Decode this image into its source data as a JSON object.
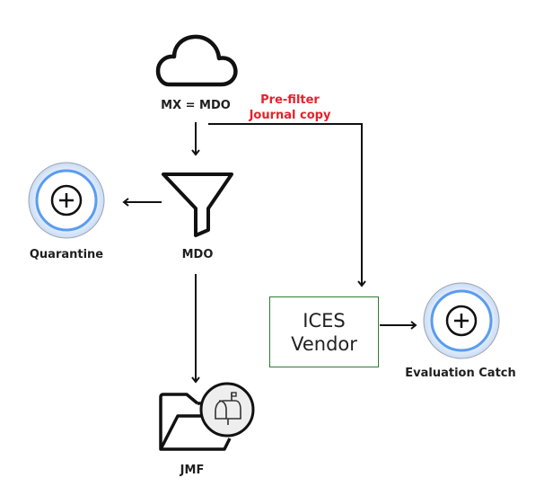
{
  "nodes": {
    "source": {
      "label": "MX = MDO",
      "icon": "cloud-icon"
    },
    "filter": {
      "label": "MDO",
      "icon": "funnel-icon"
    },
    "quarantine": {
      "label": "Quarantine",
      "icon": "add-circle-icon"
    },
    "jmf": {
      "label": "JMF",
      "icon": "folder-mailbox-icon"
    },
    "ices": {
      "line1": "ICES",
      "line2": "Vendor"
    },
    "evaluation": {
      "label": "Evaluation Catch",
      "icon": "add-circle-icon"
    }
  },
  "edges": {
    "journal": {
      "line1": "Pre-filter",
      "line2": "Journal copy"
    }
  },
  "colors": {
    "annotation": "#e8202a",
    "ices_border": "#2e7d32",
    "ring": "#5a9cf0"
  }
}
